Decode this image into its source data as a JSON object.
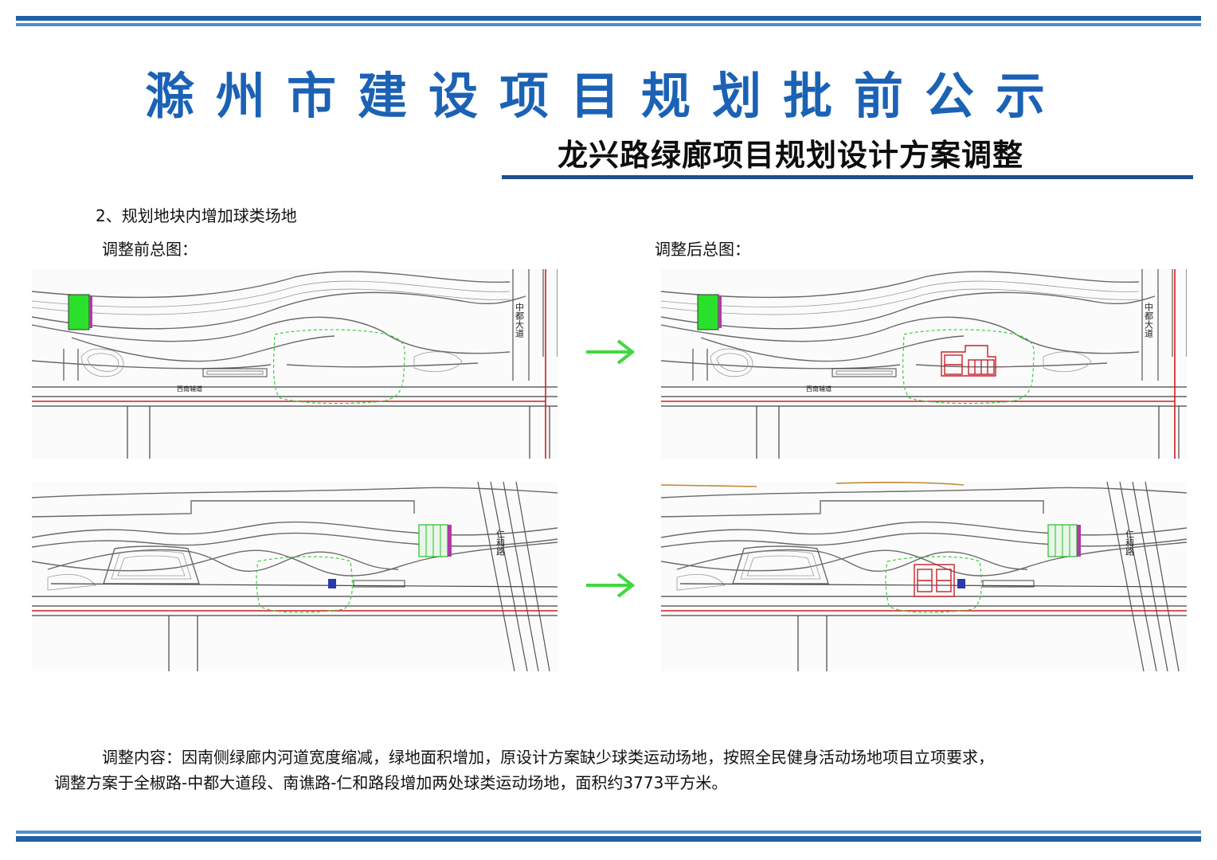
{
  "header": {
    "title": "滁州市建设项目规划批前公示",
    "subtitle": "龙兴路绿廊项目规划设计方案调整"
  },
  "section": {
    "heading": "2、规划地块内增加球类场地",
    "before_label": "调整前总图：",
    "after_label": "调整后总图："
  },
  "plan_labels": {
    "road_top": "中都大道",
    "aux_road": "西南辅道",
    "road_bottom": "仁和路"
  },
  "description": {
    "line1": "调整内容：因南侧绿廊内河道宽度缩减，绿地面积增加，原设计方案缺少球类运动场地，按照全民健身活动场地项目立项要求，",
    "line2": "调整方案于全椒路-中都大道段、南谯路-仁和路段增加两处球类运动场地，面积约3773平方米。"
  },
  "colors": {
    "title_blue": "#1b62b5",
    "band_dark": "#1f5fa8",
    "band_light": "#4f8ed0",
    "arrow_green": "#3fd93f",
    "court_red": "#c8202a",
    "boundary_green": "#3ccf3c"
  },
  "icons": {
    "arrow": "arrow-right-icon"
  }
}
